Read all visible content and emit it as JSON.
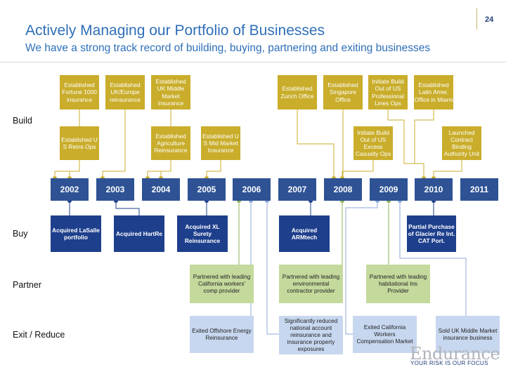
{
  "page_number": "24",
  "title": "Actively Managing our Portfolio of Businesses",
  "subtitle": "We have a strong track record of building, buying, partnering and exiting businesses",
  "row_labels": {
    "build": "Build",
    "buy": "Buy",
    "partner": "Partner",
    "exit": "Exit / Reduce"
  },
  "years": [
    "2002",
    "2003",
    "2004",
    "2005",
    "2006",
    "2007",
    "2008",
    "2009",
    "2010",
    "2011"
  ],
  "build_top": [
    "Established Fortune 1000 insurance",
    "Established UK/Europe reinsurance",
    "Established UK Middle Market insurance",
    "Established Zurich Office",
    "Established Singapore Office",
    "Initiate Build Out of US Professional Lines Ops",
    "Established Latin Amer. Office in Miami"
  ],
  "build_bottom": [
    "Established U S Reins Ops",
    "Established Agriculture Reinsurance",
    "Established U S Mid Market Insurance",
    "Initiate Build Out of US Excess Casualty Ops",
    "Launched Contract Binding Authority Unit"
  ],
  "buy": [
    "Acquired LaSalle portfolio",
    "Acquired HartRe",
    "Acquired XL Surety Reinsurance",
    "Acquired ARMtech",
    "Partial Purchase of Glacier Re Int. CAT Port."
  ],
  "partner": [
    "Partnered with leading California workers' comp provider",
    "Partnered with leading environmental contractor provider",
    "Partnered with leading habitational Ins Provider"
  ],
  "exit": [
    "Exited Offshore Energy Reinsurance",
    "Significantly reduced national account reinsurance and insurance property exposures",
    "Exited California Workers Compensation Market",
    "Sold UK Middle Market insurance business"
  ],
  "logo": {
    "name": "Endurance",
    "tagline": "YOUR RISK IS OUR FOCUS"
  },
  "colors": {
    "title": "#2e6fb8",
    "build": "#c9ad2b",
    "year": "#2e5294",
    "buy": "#1e3f8c",
    "partner": "#c4d99c",
    "exit": "#c7d7ef"
  }
}
